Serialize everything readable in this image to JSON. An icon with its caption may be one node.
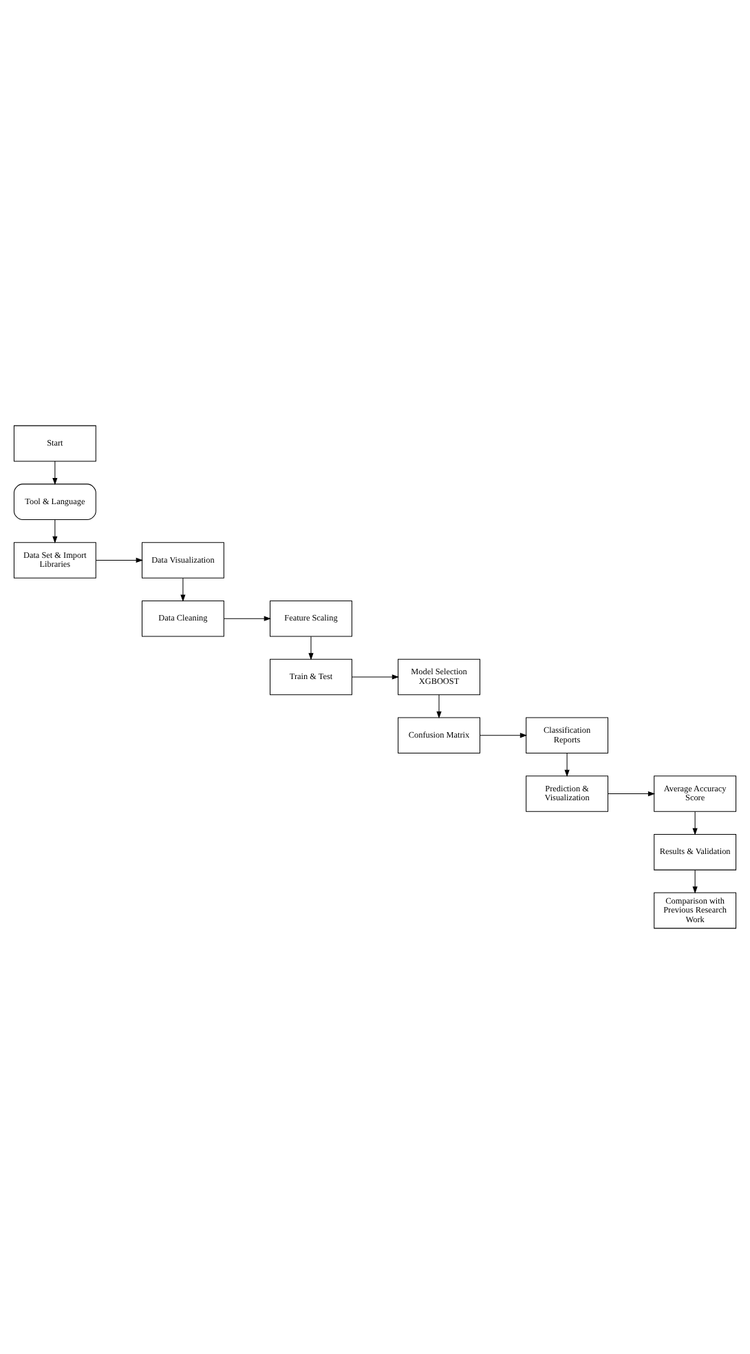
{
  "diagram": {
    "nodes": [
      {
        "text": [
          "Start"
        ]
      },
      {
        "text": [
          "Tool & Language"
        ]
      },
      {
        "text": [
          "Data Set & Import Libraries"
        ]
      },
      {
        "text": [
          "Data Visualization"
        ]
      },
      {
        "text": [
          "Data Cleaning"
        ]
      },
      {
        "text": [
          "Feature Scaling"
        ]
      },
      {
        "text": [
          "Train & Test"
        ]
      },
      {
        "text": [
          "Model Selection XGBOOST"
        ]
      },
      {
        "text": [
          "Confusion Matrix"
        ]
      },
      {
        "text": [
          "Classification Reports"
        ]
      },
      {
        "text": [
          "Prediction & Visualization"
        ]
      },
      {
        "text": [
          "Average Accuracy Score"
        ]
      },
      {
        "text": [
          "Results & Validation"
        ]
      },
      {
        "text": [
          "Comparison with Previous Research Work"
        ]
      }
    ],
    "edges": [
      {
        "from": 0,
        "to": 1,
        "arrow": "to"
      },
      {
        "from": 1,
        "to": 2,
        "arrow": "to"
      },
      {
        "from": 2,
        "to": 3,
        "arrow": "to"
      },
      {
        "from": 3,
        "to": 4,
        "arrow": "to"
      },
      {
        "from": 4,
        "to": 5,
        "arrow": "to"
      },
      {
        "from": 5,
        "to": 6,
        "arrow": "to"
      },
      {
        "from": 6,
        "to": 7,
        "arrow": "to"
      },
      {
        "from": 7,
        "to": 8,
        "arrow": "to"
      },
      {
        "from": 8,
        "to": 9,
        "arrow": "to"
      },
      {
        "from": 9,
        "to": 10,
        "arrow": "to"
      },
      {
        "from": 10,
        "to": 11,
        "arrow": "to"
      },
      {
        "from": 11,
        "to": 12,
        "arrow": "to"
      },
      {
        "from": 12,
        "to": 13,
        "arrow": "to"
      }
    ]
  }
}
